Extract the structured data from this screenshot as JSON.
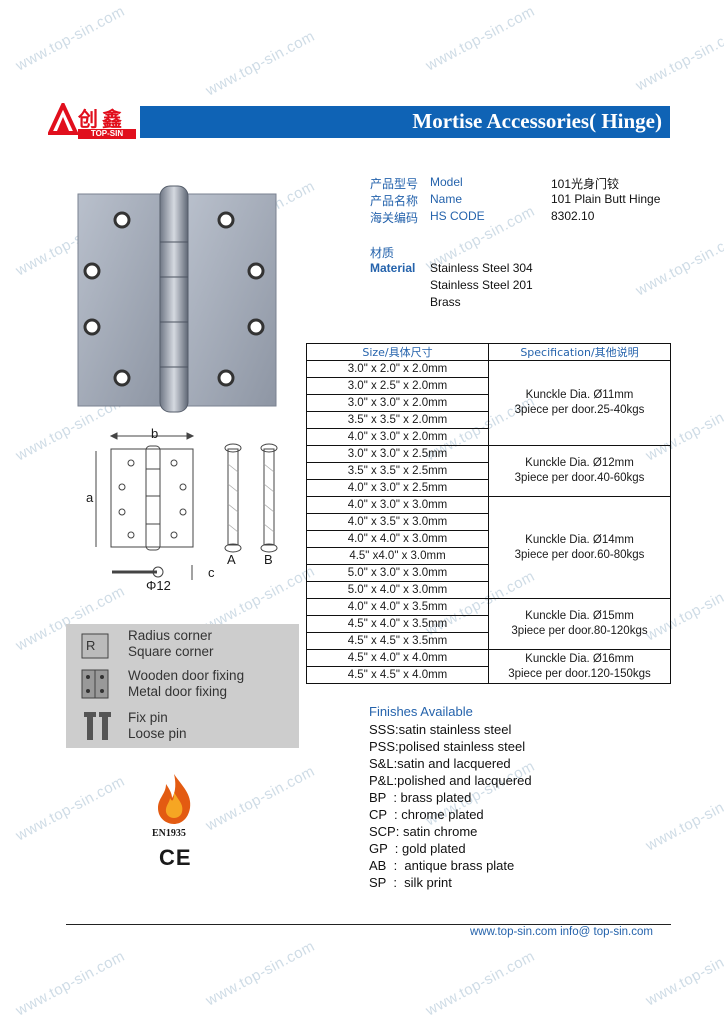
{
  "header": {
    "logo_cn": "创鑫",
    "logo_en": "TOP-SIN",
    "title": "Mortise Accessories( Hinge)"
  },
  "info": {
    "model_cn": "产品型号",
    "model_en": "Model",
    "model_val": "101光身门铰",
    "name_cn": "产品名称",
    "name_en": "Name",
    "name_val": "101 Plain Butt Hinge",
    "hs_cn": "海关编码",
    "hs_en": "HS CODE",
    "hs_val": "8302.10",
    "material_cn": "材质",
    "material_en": "Material",
    "materials": [
      "Stainless Steel 304",
      "Stainless Steel 201",
      "Brass"
    ]
  },
  "diagram": {
    "b": "b",
    "a": "a",
    "c": "c",
    "phi": "Φ12",
    "pin_a": "A",
    "pin_b": "B"
  },
  "legend": {
    "radius": "Radius corner",
    "square": "Square corner",
    "wooden": "Wooden door fixing",
    "metal": "Metal door fixing",
    "fix": "Fix pin",
    "loose": "Loose pin"
  },
  "cert": {
    "en": "EN1935",
    "ce": "CE"
  },
  "table": {
    "col_size": "Size/具体尺寸",
    "col_spec": "Specification/其他说明",
    "groups": [
      {
        "sizes": [
          "3.0\" x 2.0\" x 2.0mm",
          "3.0\" x 2.5\" x 2.0mm",
          "3.0\" x 3.0\" x 2.0mm",
          "3.5\" x 3.5\" x 2.0mm",
          "4.0\" x 3.0\" x 2.0mm"
        ],
        "spec1": "Kunckle Dia. Ø11mm",
        "spec2": "3piece per door.25-40kgs"
      },
      {
        "sizes": [
          "3.0\" x 3.0\" x 2.5mm",
          "3.5\" x 3.5\" x 2.5mm",
          "4.0\" x 3.0\" x 2.5mm"
        ],
        "spec1": "Kunckle Dia. Ø12mm",
        "spec2": "3piece per door.40-60kgs"
      },
      {
        "sizes": [
          "4.0\" x 3.0\" x 3.0mm",
          "4.0\" x 3.5\" x 3.0mm",
          "4.0\" x 4.0\" x 3.0mm",
          "4.5\" x4.0\" x 3.0mm",
          "5.0\" x 3.0\" x 3.0mm",
          "5.0\" x 4.0\" x 3.0mm"
        ],
        "spec1": "Kunckle Dia. Ø14mm",
        "spec2": "3piece per door.60-80kgs"
      },
      {
        "sizes": [
          "4.0\" x 4.0\" x 3.5mm",
          "4.5\" x 4.0\" x 3.5mm",
          "4.5\" x 4.5\" x 3.5mm"
        ],
        "spec1": "Kunckle Dia. Ø15mm",
        "spec2": "3piece per door.80-120kgs"
      },
      {
        "sizes": [
          "4.5\" x 4.0\" x 4.0mm",
          "4.5\" x 4.5\" x 4.0mm"
        ],
        "spec1": "Kunckle Dia. Ø16mm",
        "spec2": "3piece per door.120-150kgs"
      }
    ]
  },
  "finishes": {
    "title": "Finishes Available",
    "items": [
      "SSS:satin stainless steel",
      "PSS:polised stainless steel",
      "S&L:satin and lacquered",
      "P&L:polished and lacquered",
      "BP  : brass plated",
      "CP  : chrome plated",
      "SCP: satin chrome",
      "GP  : gold plated",
      "AB  :  antique brass plate",
      "SP  :  silk print"
    ]
  },
  "footer": {
    "text": "www.top-sin.com  info@ top-sin.com"
  },
  "watermark": "www.top-sin.com",
  "colors": {
    "title_bar": "#0f63b5",
    "label_blue": "#2563ac",
    "logo_red": "#e10f1d"
  }
}
